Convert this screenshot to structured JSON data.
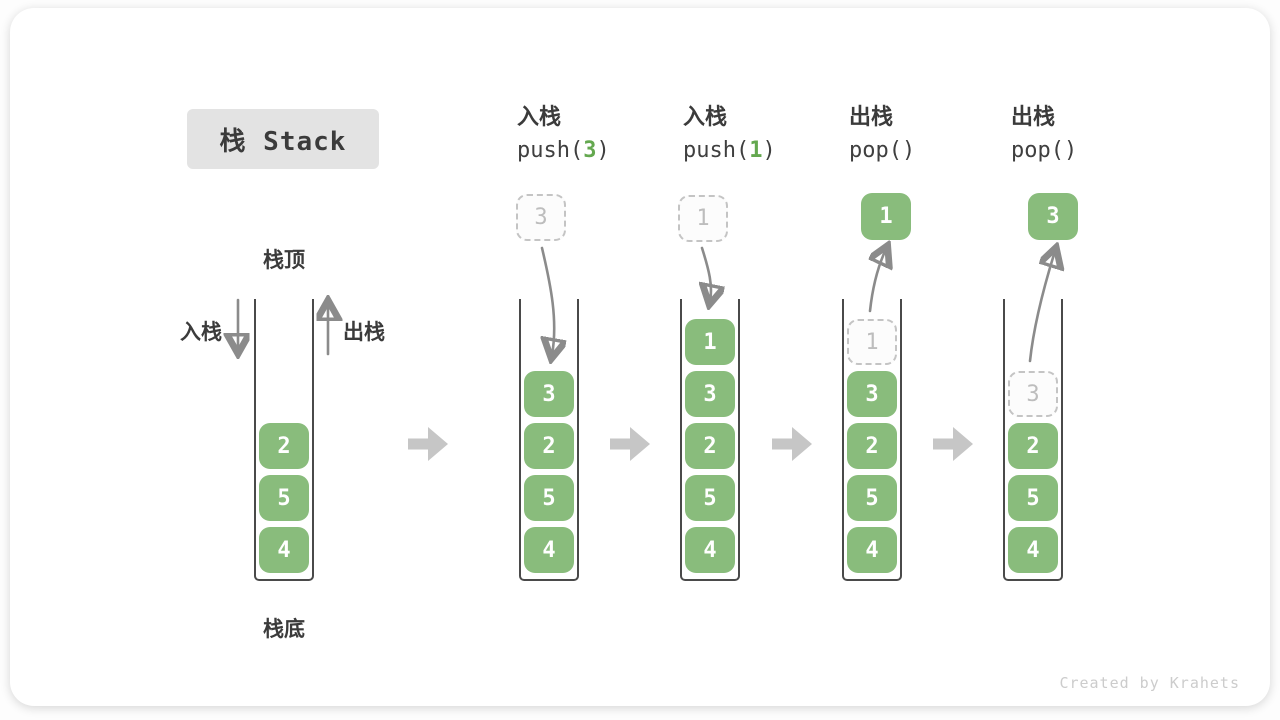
{
  "title": "栈 Stack",
  "side_labels": {
    "stack_top": "栈顶",
    "stack_bottom": "栈底",
    "push_label": "入栈",
    "pop_label": "出栈"
  },
  "operations": [
    {
      "name": "入栈",
      "code_pre": "push(",
      "code_num": "3",
      "code_post": ")"
    },
    {
      "name": "入栈",
      "code_pre": "push(",
      "code_num": "1",
      "code_post": ")"
    },
    {
      "name": "出栈",
      "code_pre": "pop()",
      "code_num": "",
      "code_post": ""
    },
    {
      "name": "出栈",
      "code_pre": "pop()",
      "code_num": "",
      "code_post": ""
    }
  ],
  "floating": {
    "incoming": [
      "3",
      "1"
    ],
    "outgoing": [
      "1",
      "3"
    ]
  },
  "stacks": [
    {
      "blocks": [
        "2",
        "5",
        "4"
      ]
    },
    {
      "blocks": [
        "3",
        "2",
        "5",
        "4"
      ]
    },
    {
      "blocks": [
        "1",
        "3",
        "2",
        "5",
        "4"
      ]
    },
    {
      "ghost": "1",
      "blocks": [
        "3",
        "2",
        "5",
        "4"
      ]
    },
    {
      "ghost": "3",
      "blocks": [
        "2",
        "5",
        "4"
      ]
    }
  ],
  "watermark": "Created by Krahets",
  "colors": {
    "block_green": "#89bc7c",
    "accent_green": "#64a84f",
    "thin_arrow_gray": "#8b8b8b",
    "step_arrow_gray": "#c6c6c6",
    "ghost_gray": "#bdbdbd",
    "wall_gray": "#4a4a4a",
    "title_box_bg": "#e3e3e3"
  }
}
